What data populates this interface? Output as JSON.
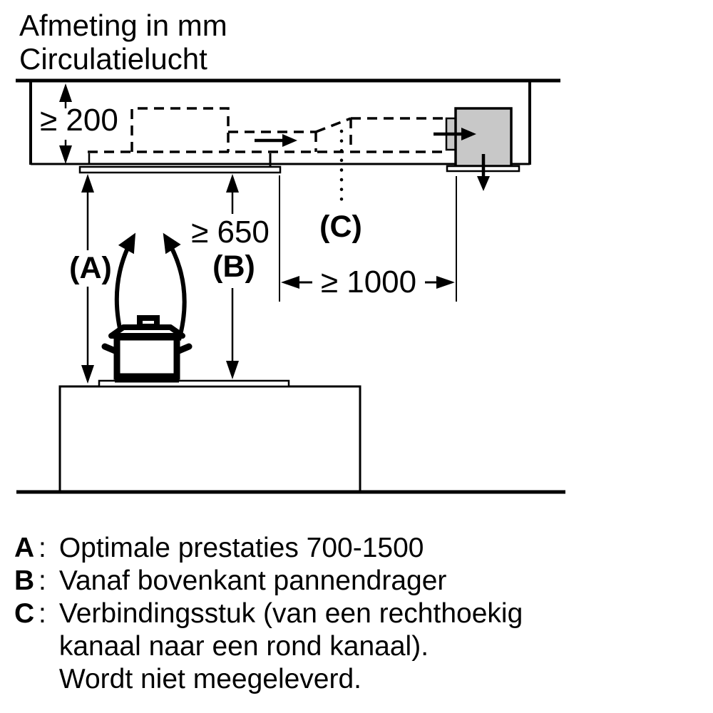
{
  "title": {
    "line1": "Afmeting in mm",
    "line2": "Circulatielucht"
  },
  "dimensions": {
    "recess_height": "≥ 200",
    "hob_distance": "≥ 650",
    "outlet_distance": "≥ 1000",
    "ref_a": "(A)",
    "ref_b": "(B)",
    "ref_c": "(C)"
  },
  "legend": {
    "colon": ":",
    "a_key": "A",
    "a_text": "Optimale prestaties 700-1500",
    "b_key": "B",
    "b_text": "Vanaf bovenkant pannendrager",
    "c_key": "C",
    "c_line1": "Verbindingsstuk (van een rechthoekig",
    "c_line2": "kanaal naar een rond kanaal).",
    "c_line3": "Wordt niet meegeleverd."
  },
  "colors": {
    "line": "#000000",
    "background": "#ffffff",
    "blower_box_fill": "#c8c8c8"
  }
}
